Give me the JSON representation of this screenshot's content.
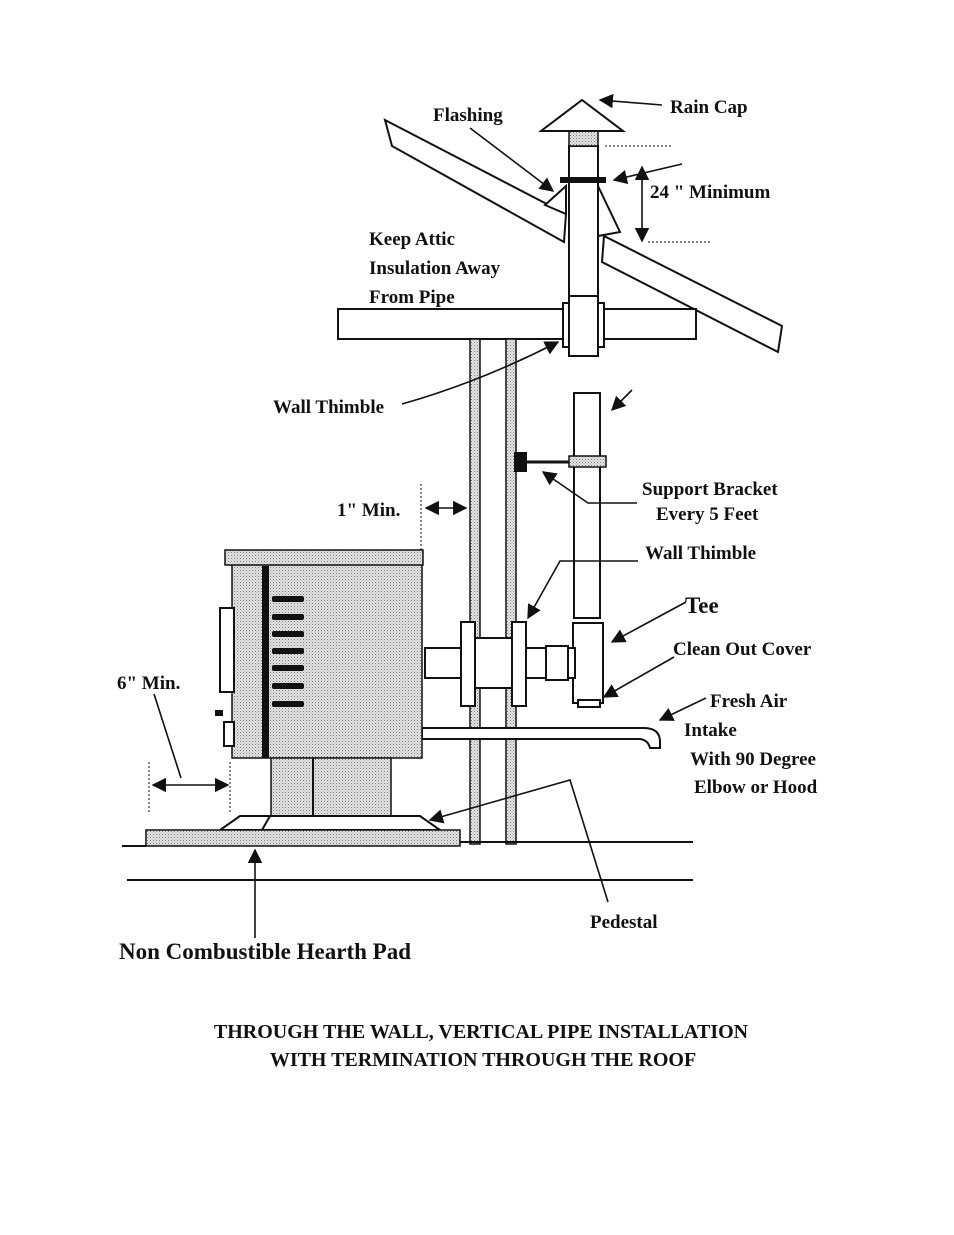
{
  "labels": {
    "rain_cap": "Rain Cap",
    "flashing": "Flashing",
    "min_24": "24 \" Minimum",
    "keep_attic_1": "Keep Attic",
    "keep_attic_2": "Insulation Away",
    "keep_attic_3": "From Pipe",
    "wall_thimble_top": "Wall Thimble",
    "one_inch_min": "1\" Min.",
    "support_1": "Support Bracket",
    "support_2": "Every 5 Feet",
    "wall_thimble_mid": "Wall Thimble",
    "tee": "Tee",
    "clean_out": "Clean Out Cover",
    "six_inch_min": "6\" Min.",
    "fresh_1": "Fresh Air",
    "fresh_2": "Intake",
    "fresh_3": "With 90 Degree",
    "fresh_4": "Elbow or Hood",
    "pedestal": "Pedestal",
    "hearth": "Non Combustible Hearth Pad"
  },
  "caption": {
    "line1": "THROUGH THE WALL, VERTICAL PIPE INSTALLATION",
    "line2": "WITH TERMINATION THROUGH THE ROOF"
  }
}
